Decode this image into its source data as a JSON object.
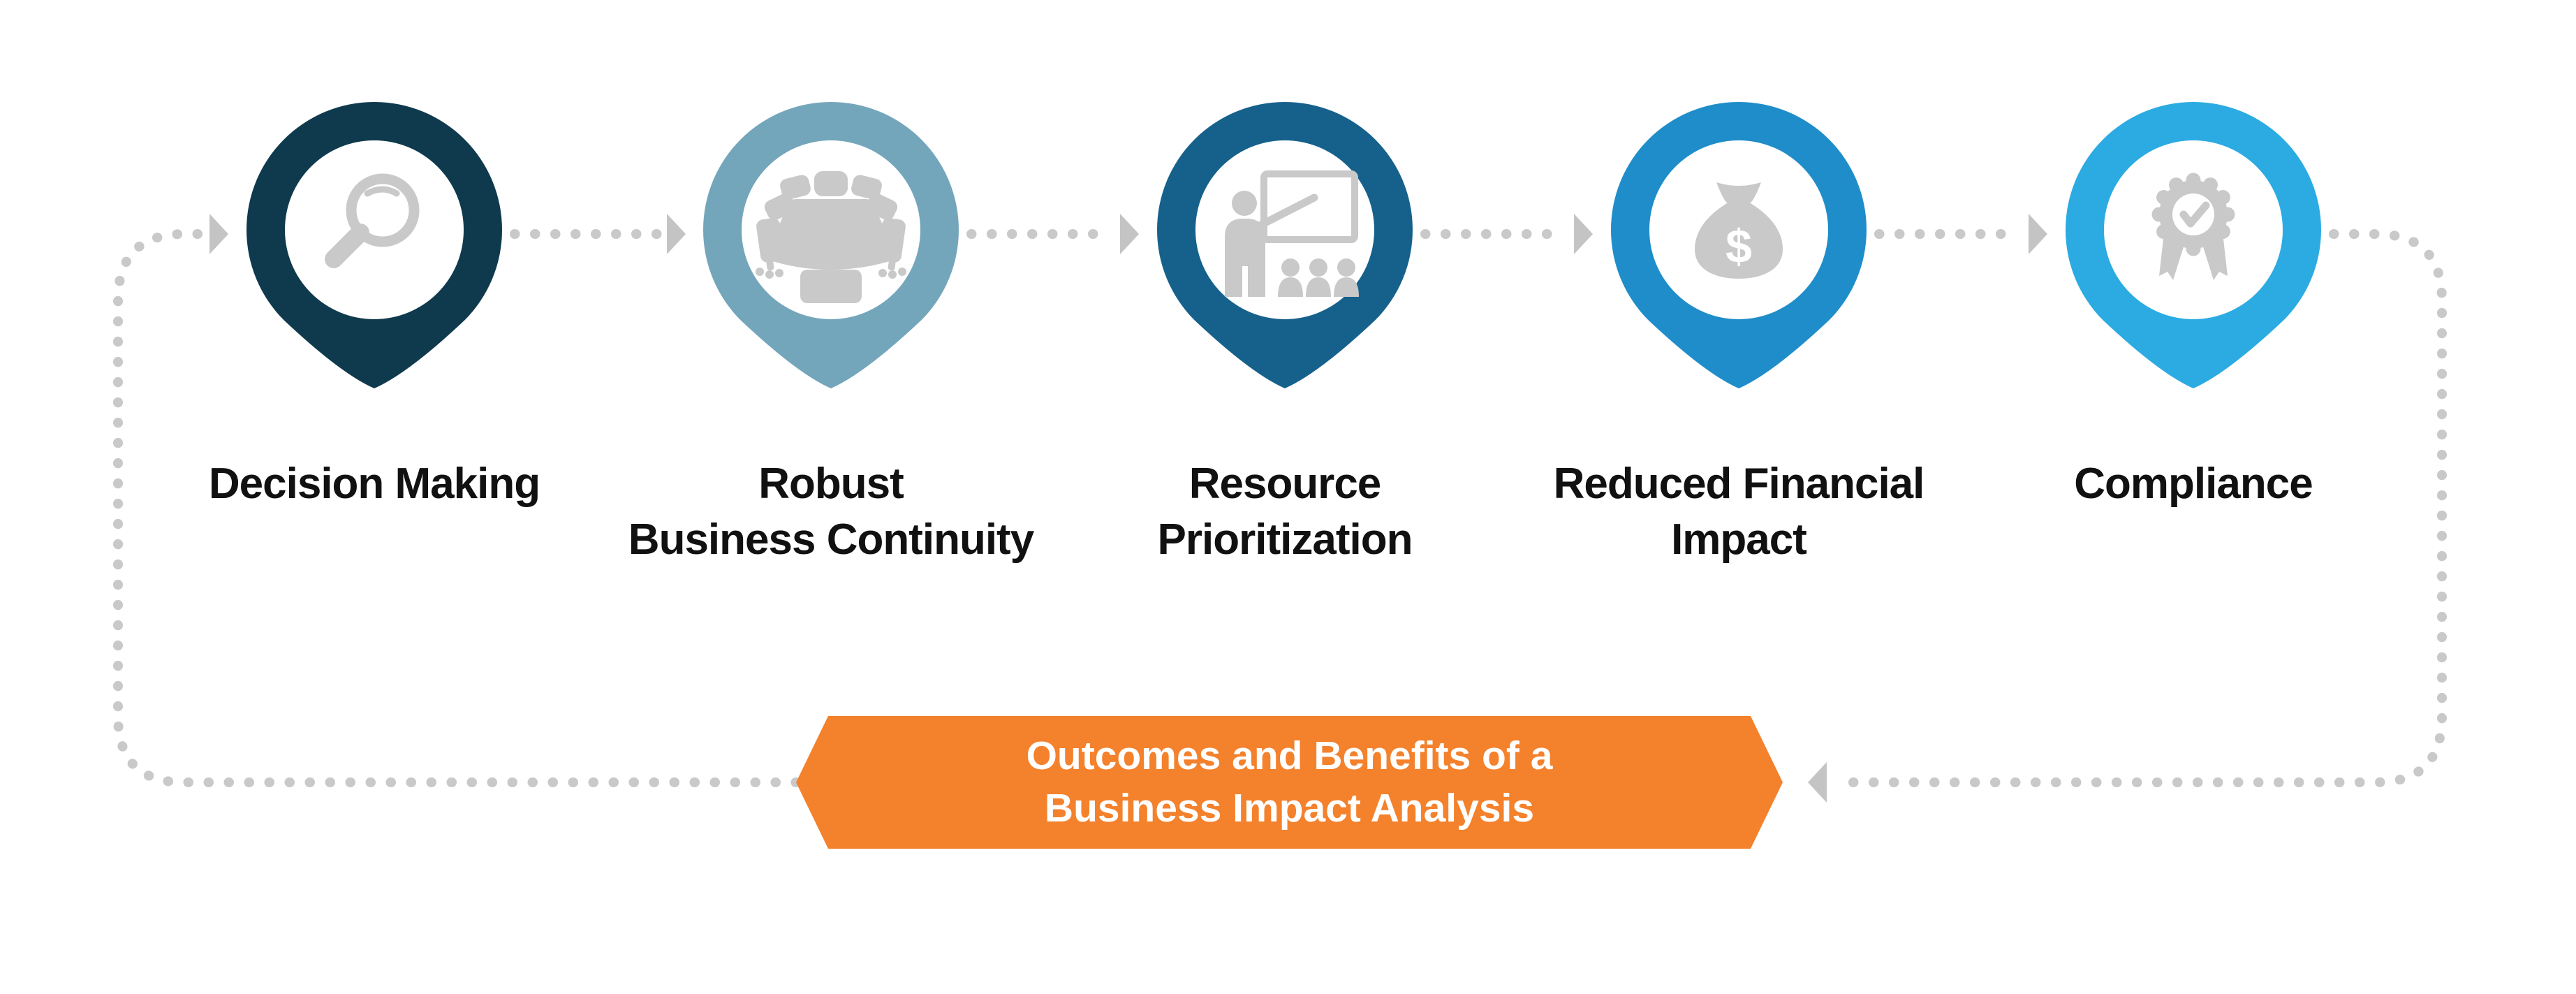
{
  "diagram": {
    "background_color": "#FFFFFF",
    "label_color": "#111111",
    "icon_color": "#C9C9C9",
    "connector": {
      "dot_color": "#C9C9C9",
      "arrow_color": "#C4C4C4"
    },
    "banner": {
      "line1": "Outcomes and Benefits of a",
      "line2": "Business Impact Analysis",
      "fill_color": "#F4812C",
      "text_color": "#FFFFFF"
    },
    "steps": [
      {
        "label_line1": "Decision Making",
        "label_line2": "",
        "pin_color": "#0F3A4D",
        "icon": "magnifier-icon"
      },
      {
        "label_line1": "Robust",
        "label_line2": "Business Continuity",
        "pin_color": "#74A6BB",
        "icon": "meeting-table-icon"
      },
      {
        "label_line1": "Resource",
        "label_line2": "Prioritization",
        "pin_color": "#16618C",
        "icon": "presentation-icon"
      },
      {
        "label_line1": "Reduced Financial",
        "label_line2": "Impact",
        "pin_color": "#1E8DC9",
        "icon": "money-bag-icon",
        "icon_text": "$"
      },
      {
        "label_line1": "Compliance",
        "label_line2": "",
        "pin_color": "#2BABE2",
        "icon": "award-ribbon-icon"
      }
    ]
  }
}
